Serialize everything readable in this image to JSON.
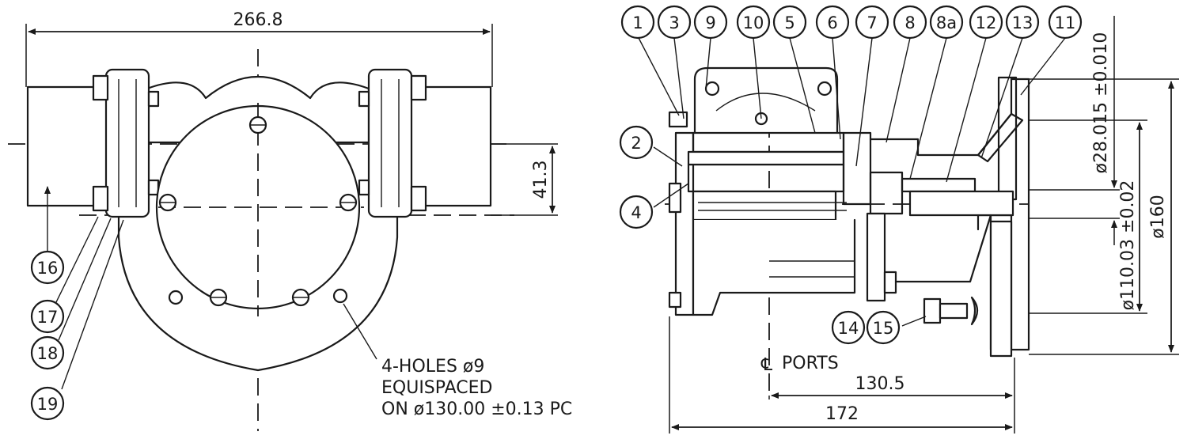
{
  "dimensions": {
    "overall_width": "266.8",
    "offset_height": "41.3",
    "depth_to_ports": "130.5",
    "overall_depth": "172",
    "shaft_diameter": "ø28.015 ±0.010",
    "pilot_diameter": "ø110.03 ±0.02",
    "flange_diameter": "ø160"
  },
  "notes": {
    "holes_line1": "4-HOLES ø9",
    "holes_line2": "EQUISPACED",
    "holes_line3": "ON ø130.00 ±0.13 PC",
    "ports": "PORTS",
    "centerline_symbol": "℄"
  },
  "balloons": {
    "b1": "1",
    "b3": "3",
    "b9": "9",
    "b10": "10",
    "b5": "5",
    "b6": "6",
    "b7": "7",
    "b8": "8",
    "b8a": "8a",
    "b12": "12",
    "b13": "13",
    "b11": "11",
    "b2": "2",
    "b4": "4",
    "b14": "14",
    "b15": "15",
    "b16": "16",
    "b17": "17",
    "b18": "18",
    "b19": "19"
  }
}
